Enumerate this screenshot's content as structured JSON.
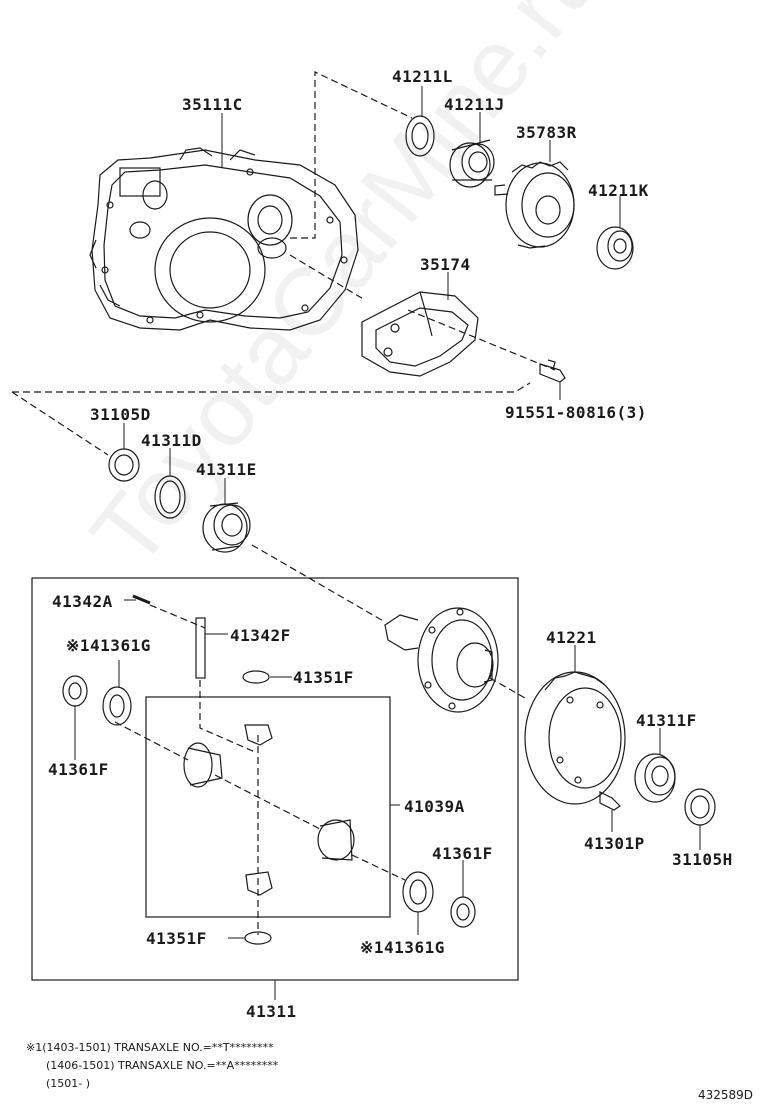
{
  "colors": {
    "line": "#1a1a1a",
    "watermark": "#b4b4b4",
    "background": "#ffffff"
  },
  "watermark": "ToyotaCarMine.ru",
  "part_labels": {
    "p35111C": "35111C",
    "p41211L": "41211L",
    "p41211J": "41211J",
    "p35783R": "35783R",
    "p41211K": "41211K",
    "p35174": "35174",
    "p91551": "91551-80816(3)",
    "p31105D": "31105D",
    "p41311D": "41311D",
    "p41311E": "41311E",
    "p41342A": "41342A",
    "p41342F": "41342F",
    "p41361G_top": "※141361G",
    "p41351F_top": "41351F",
    "p41361F_left": "41361F",
    "p41039A": "41039A",
    "p41221": "41221",
    "p41311F": "41311F",
    "p41301P": "41301P",
    "p31105H": "31105H",
    "p41361F_right": "41361F",
    "p41351F_bottom": "41351F",
    "p41361G_bottom": "※141361G",
    "p41311": "41311"
  },
  "notes": {
    "line1": "※1(1403-1501) TRANSAXLE NO.=**T********",
    "line2": "(1406-1501) TRANSAXLE NO.=**A********",
    "line3": "(1501-      )"
  },
  "diagram_code": "432589D"
}
